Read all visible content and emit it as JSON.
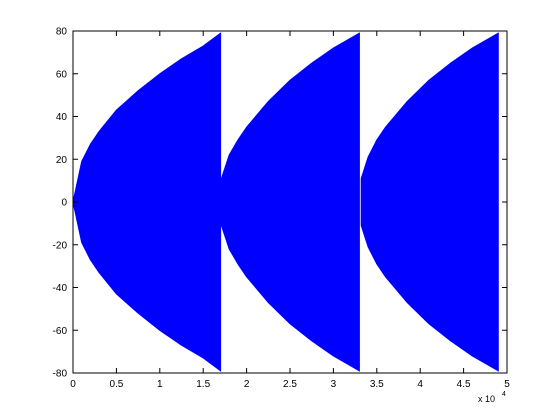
{
  "chart_data": {
    "type": "area",
    "title": "",
    "xlabel": "",
    "ylabel": "",
    "xlim": [
      0,
      50000
    ],
    "ylim": [
      -80,
      80
    ],
    "x_ticks": [
      0,
      5000,
      10000,
      15000,
      20000,
      25000,
      30000,
      35000,
      40000,
      45000,
      50000
    ],
    "x_tick_labels": [
      "0",
      "0.5",
      "1",
      "1.5",
      "2",
      "2.5",
      "3",
      "3.5",
      "4",
      "4.5",
      "5"
    ],
    "x_exponent_label": "x 10",
    "x_exponent_power": "4",
    "y_ticks": [
      -80,
      -60,
      -40,
      -20,
      0,
      20,
      40,
      60,
      80
    ],
    "y_tick_labels": [
      "-80",
      "-60",
      "-40",
      "-20",
      "0",
      "20",
      "40",
      "60",
      "80"
    ],
    "grid": false,
    "legend": "none",
    "series_color": "#0000ff",
    "series": [
      {
        "segments": [
          {
            "upper": [
              [
                0,
                0
              ],
              [
                1000,
                19
              ],
              [
                2000,
                27
              ],
              [
                3000,
                33
              ],
              [
                5000,
                43
              ],
              [
                7500,
                52
              ],
              [
                10000,
                60
              ],
              [
                12500,
                67
              ],
              [
                15000,
                73
              ],
              [
                17000,
                79
              ]
            ],
            "lower": [
              [
                0,
                0
              ],
              [
                1000,
                -19
              ],
              [
                2000,
                -27
              ],
              [
                3000,
                -33
              ],
              [
                5000,
                -43
              ],
              [
                7500,
                -52
              ],
              [
                10000,
                -60
              ],
              [
                12500,
                -67
              ],
              [
                15000,
                -73
              ],
              [
                17000,
                -79
              ]
            ]
          },
          {
            "upper": [
              [
                17100,
                11
              ],
              [
                18000,
                22
              ],
              [
                19000,
                29
              ],
              [
                20000,
                35
              ],
              [
                22500,
                47
              ],
              [
                25000,
                57
              ],
              [
                27500,
                65
              ],
              [
                30000,
                72
              ],
              [
                33000,
                79
              ]
            ],
            "lower": [
              [
                17100,
                -11
              ],
              [
                18000,
                -22
              ],
              [
                19000,
                -29
              ],
              [
                20000,
                -35
              ],
              [
                22500,
                -47
              ],
              [
                25000,
                -57
              ],
              [
                27500,
                -65
              ],
              [
                30000,
                -72
              ],
              [
                33000,
                -79
              ]
            ]
          },
          {
            "upper": [
              [
                33200,
                11
              ],
              [
                34000,
                21
              ],
              [
                35000,
                29
              ],
              [
                36000,
                35
              ],
              [
                38500,
                47
              ],
              [
                41000,
                57
              ],
              [
                43500,
                65
              ],
              [
                46000,
                72
              ],
              [
                49000,
                79
              ]
            ],
            "lower": [
              [
                33200,
                -11
              ],
              [
                34000,
                -21
              ],
              [
                35000,
                -29
              ],
              [
                36000,
                -35
              ],
              [
                38500,
                -47
              ],
              [
                41000,
                -57
              ],
              [
                43500,
                -65
              ],
              [
                46000,
                -72
              ],
              [
                49000,
                -79
              ]
            ]
          }
        ]
      }
    ]
  }
}
